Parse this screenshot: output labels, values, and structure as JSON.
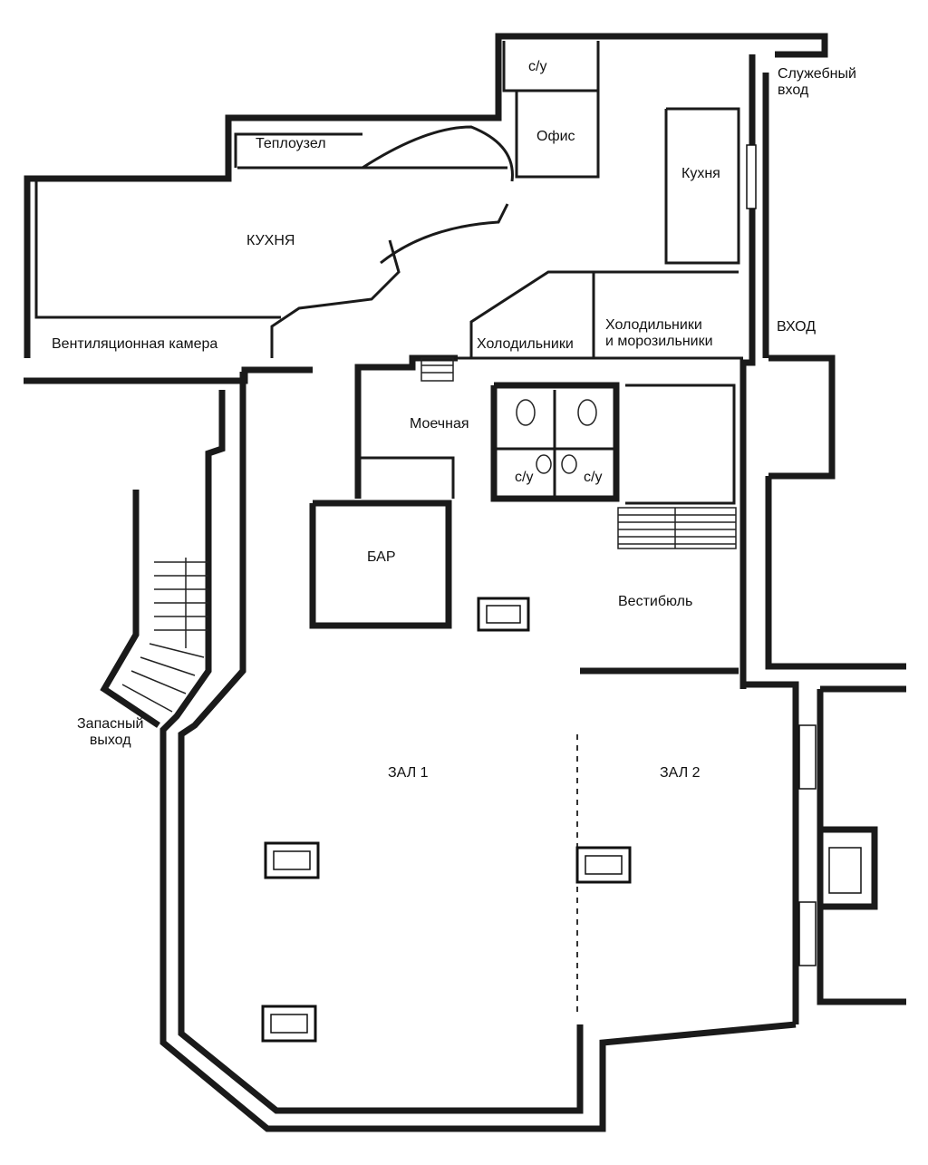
{
  "rooms": {
    "toilet_top": "с/у",
    "service_entrance_1": "Служебный",
    "service_entrance_2": "вход",
    "heat_unit": "Теплоузел",
    "office": "Офис",
    "kitchen_small": "Кухня",
    "kitchen_main": "КУХНЯ",
    "fridges_1": "Холодильники",
    "fridges_freezers_1": "Холодильники",
    "fridges_freezers_2": "и морозильники",
    "entrance": "ВХОД",
    "ventilation": "Вентиляционная камера",
    "washroom": "Моечная",
    "toilet_left": "с/у",
    "toilet_right": "с/у",
    "bar": "БАР",
    "lobby": "Вестибюль",
    "emergency_exit_1": "Запасный",
    "emergency_exit_2": "выход",
    "hall_1": "ЗАЛ 1",
    "hall_2": "ЗАЛ 2"
  }
}
